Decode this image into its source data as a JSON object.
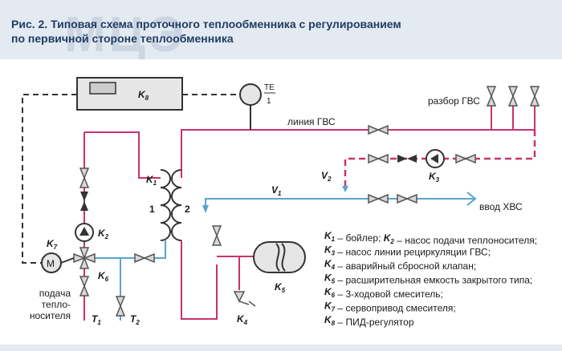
{
  "header": {
    "title_line_1": "Рис. 2. Типовая схема проточного теплообменника с регулированием",
    "title_line_2": "по первичной стороне теплообменника",
    "watermark": "МЦЭ"
  },
  "labels": {
    "k8": "K",
    "k8_sub": "8",
    "te_top": "TE",
    "te_bottom": "1",
    "line_gvs": "линия ГВС",
    "razbor_gvs": "разбор ГВС",
    "k1": "K",
    "k1_sub": "1",
    "num_1": "1",
    "num_2": "2",
    "v1": "V",
    "v1_sub": "1",
    "v2": "V",
    "v2_sub": "2",
    "k3": "K",
    "k3_sub": "3",
    "vvod_hvs": "ввод ХВС",
    "k2": "K",
    "k2_sub": "2",
    "k7": "K",
    "k7_sub": "7",
    "m": "M",
    "k6": "K",
    "k6_sub": "6",
    "k5": "K",
    "k5_sub": "5",
    "k4": "K",
    "k4_sub": "4",
    "podacha_1": "подача",
    "podacha_2": "тепло-",
    "podacha_3": "носителя",
    "t1": "T",
    "t1_sub": "1",
    "t2": "T",
    "t2_sub": "2"
  },
  "legend": [
    {
      "parts": [
        {
          "k": "K",
          "s": "1"
        },
        {
          "t": " – бойлер; "
        },
        {
          "k": "K",
          "s": "2"
        },
        {
          "t": " – насос подачи теплоносителя;"
        }
      ]
    },
    {
      "parts": [
        {
          "k": "K",
          "s": "3"
        },
        {
          "t": " – насос линии рециркуляции ГВС;"
        }
      ]
    },
    {
      "parts": [
        {
          "k": "K",
          "s": "4"
        },
        {
          "t": " – аварийный сбросной клапан;"
        }
      ]
    },
    {
      "parts": [
        {
          "k": "K",
          "s": "5"
        },
        {
          "t": " – расширительная  емкость закрытого типа;"
        }
      ]
    },
    {
      "parts": [
        {
          "k": "K",
          "s": "6"
        },
        {
          "t": " – 3-ходовой смеситель;"
        }
      ]
    },
    {
      "parts": [
        {
          "k": "K",
          "s": "7"
        },
        {
          "t": " – сервопривод смесителя;"
        }
      ]
    },
    {
      "parts": [
        {
          "k": "K",
          "s": "8"
        },
        {
          "t": " – ПИД-регулятор"
        }
      ]
    }
  ],
  "colors": {
    "hot": "#c8326e",
    "cold": "#5aa3d0",
    "control": "#333333",
    "valve": "#555555",
    "device_fill": "#e6e6e6",
    "header_bg": "#e3eaf1",
    "title": "#1f3d64"
  }
}
